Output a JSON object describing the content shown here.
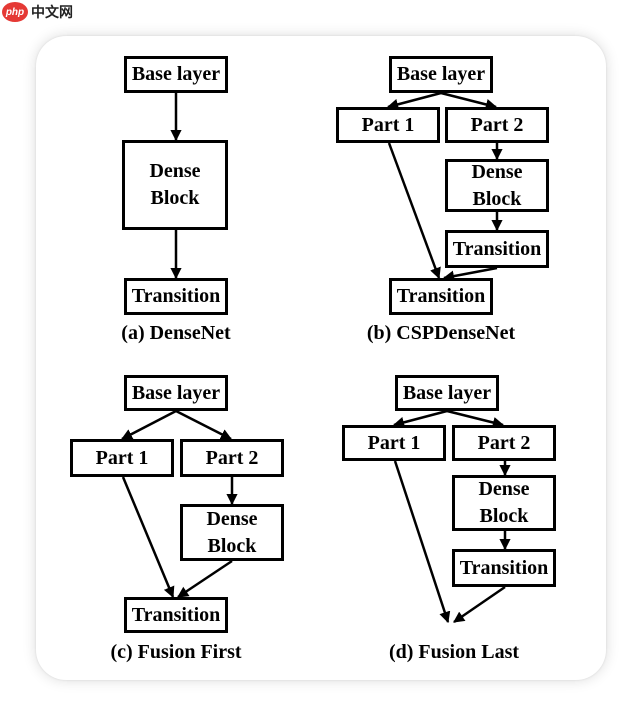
{
  "watermark": {
    "logo": "php",
    "text": "中文网"
  },
  "colors": {
    "stroke": "#000000",
    "box_fill": "#ffffff",
    "card_bg": "#ffffff"
  },
  "diagrams": {
    "a": {
      "caption": "(a) DenseNet",
      "base_layer": "Base layer",
      "dense_block": "Dense\nBlock",
      "transition": "Transition"
    },
    "b": {
      "caption": "(b) CSPDenseNet",
      "base_layer": "Base layer",
      "part1": "Part 1",
      "part2": "Part 2",
      "dense_block": "Dense\nBlock",
      "transition_inner": "Transition",
      "transition_final": "Transition"
    },
    "c": {
      "caption": "(c) Fusion First",
      "base_layer": "Base layer",
      "part1": "Part 1",
      "part2": "Part 2",
      "dense_block": "Dense\nBlock",
      "transition": "Transition"
    },
    "d": {
      "caption": "(d) Fusion Last",
      "base_layer": "Base layer",
      "part1": "Part 1",
      "part2": "Part 2",
      "dense_block": "Dense\nBlock",
      "transition": "Transition"
    }
  }
}
